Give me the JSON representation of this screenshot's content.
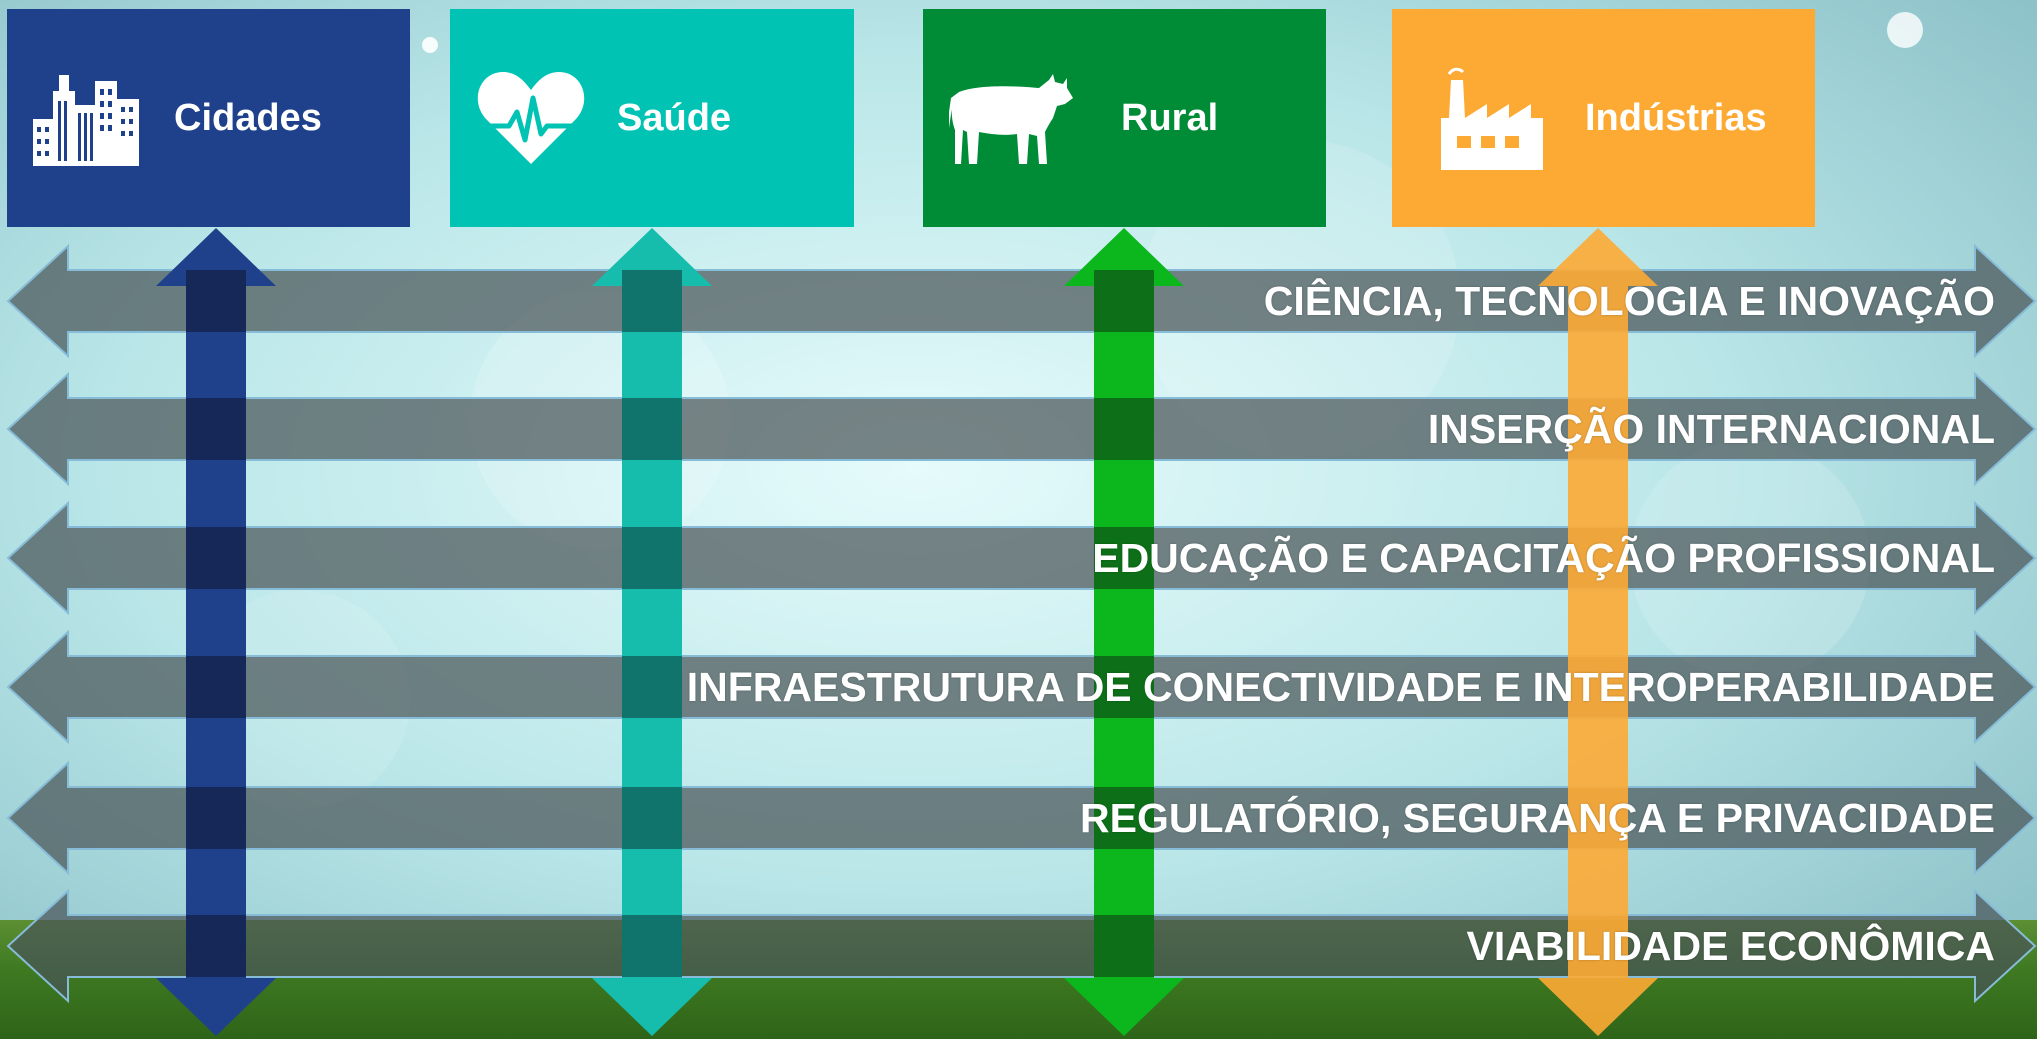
{
  "verticals": [
    {
      "id": "cidades",
      "label": "Cidades",
      "icon": "city-buildings-icon",
      "color": "#1f418c",
      "arrow_color": "#1f418c",
      "arrow_dark": "#15254d"
    },
    {
      "id": "saude",
      "label": "Saúde",
      "icon": "heart-pulse-icon",
      "color": "#00c3b4",
      "arrow_color": "#17bdac",
      "arrow_dark": "#0f6660"
    },
    {
      "id": "rural",
      "label": "Rural",
      "icon": "cow-icon",
      "color": "#008c37",
      "arrow_color": "#0bb71c",
      "arrow_dark": "#0e6417"
    },
    {
      "id": "industrias",
      "label": "Indústrias",
      "icon": "factory-icon",
      "color": "#fdaa34",
      "arrow_color": "#fdaa34",
      "arrow_dark": "#fdaa34"
    }
  ],
  "horizontals": [
    {
      "label": "CIÊNCIA, TECNOLOGIA E INOVAÇÃO"
    },
    {
      "label": "INSERÇÃO INTERNACIONAL"
    },
    {
      "label": "EDUCAÇÃO E CAPACITAÇÃO PROFISSIONAL"
    },
    {
      "label": "INFRAESTRUTURA DE CONECTIVIDADE E INTEROPERABILIDADE"
    },
    {
      "label": "REGULATÓRIO, SEGURANÇA E PRIVACIDADE"
    },
    {
      "label": "VIABILIDADE ECONÔMICA"
    }
  ],
  "colors": {
    "band": "#4a5557",
    "sky_light": "#d8f5f5",
    "sky_mid": "#9fd3d6",
    "grass": "#3f7d22"
  }
}
